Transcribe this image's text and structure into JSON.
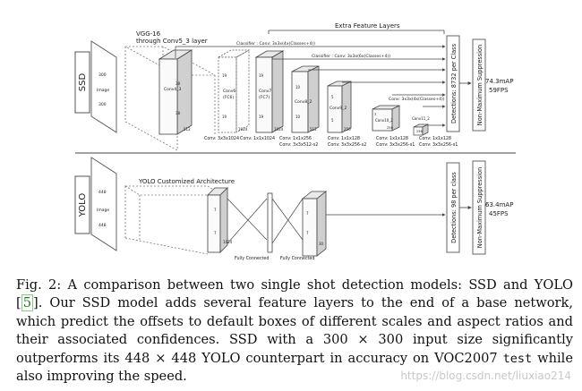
{
  "ssd": {
    "side_label": "SSD",
    "input_texts": [
      "300",
      "Image",
      "300"
    ],
    "vgg_title_line1": "VGG-16",
    "vgg_title_line2": "through Conv5_3 layer",
    "conv4_label": "Conv4_3",
    "conv4_dims": [
      "38",
      "38",
      "512"
    ],
    "extra_title": "Extra Feature Layers",
    "conv6_texts": [
      "19",
      "Conv6",
      "(FC6)",
      "19",
      "1024"
    ],
    "conv7_texts": [
      "19",
      "Conv7",
      "(FC7)",
      "19",
      "1024"
    ],
    "conv8_texts": [
      "10",
      "Conv8_2",
      "10",
      "512"
    ],
    "conv9_texts": [
      "5",
      "Conv9_2",
      "5",
      "256"
    ],
    "conv10_texts": [
      "3",
      "Conv10_2",
      "256"
    ],
    "conv11_texts": [
      "Conv11_2",
      "256"
    ],
    "classifier_1": "Classifier : Conv: 3x3x(4x(Classes+4))",
    "classifier_2": "Classifier : Conv: 3x3x(6x(Classes+4))",
    "classifier_3": "Conv: 3x3x(4x(Classes+4))",
    "bottom_conv": [
      "Conv: 3x3x1024",
      "Conv: 1x1x1024",
      "Conv: 1x1x256",
      "Conv: 3x3x512-s2",
      "Conv: 1x1x128",
      "Conv: 3x3x256-s2",
      "Conv: 1x1x128",
      "Conv: 3x3x256-s1",
      "Conv: 1x1x128",
      "Conv: 3x3x256-s1"
    ],
    "detections": "Detections: 8732 per Class",
    "nms": "Non-Maximum Suppression",
    "map": "74.3mAP",
    "fps": "59FPS"
  },
  "yolo": {
    "side_label": "YOLO",
    "input_texts": [
      "448",
      "Image",
      "448"
    ],
    "arch_title": "YOLO Customized Architecture",
    "block1_dims": [
      "7",
      "7",
      "1024"
    ],
    "block2_dims": [
      "7",
      "7",
      "30"
    ],
    "fc1": "Fully Connected",
    "fc2": "Fully Connected",
    "detections": "Detections: 98 per class",
    "nms": "Non-Maximum Suppression",
    "map": "63.4mAP",
    "fps": "45FPS"
  },
  "caption": {
    "part1": "Fig. 2: A comparison between two single shot detection models: SSD and YOLO [",
    "cite": "5",
    "part2": "]. Our SSD model adds several feature layers to the end of a base network, which predict the offsets to default boxes of different scales and aspect ratios and their associated confidences. SSD with a 300 × 300 input size significantly outperforms its 448 × 448 YOLO counterpart in accuracy on VOC2007 ",
    "mono": "test",
    "part3": " while also improving the speed."
  },
  "watermark": "https://blog.csdn.net/liuxiao214"
}
